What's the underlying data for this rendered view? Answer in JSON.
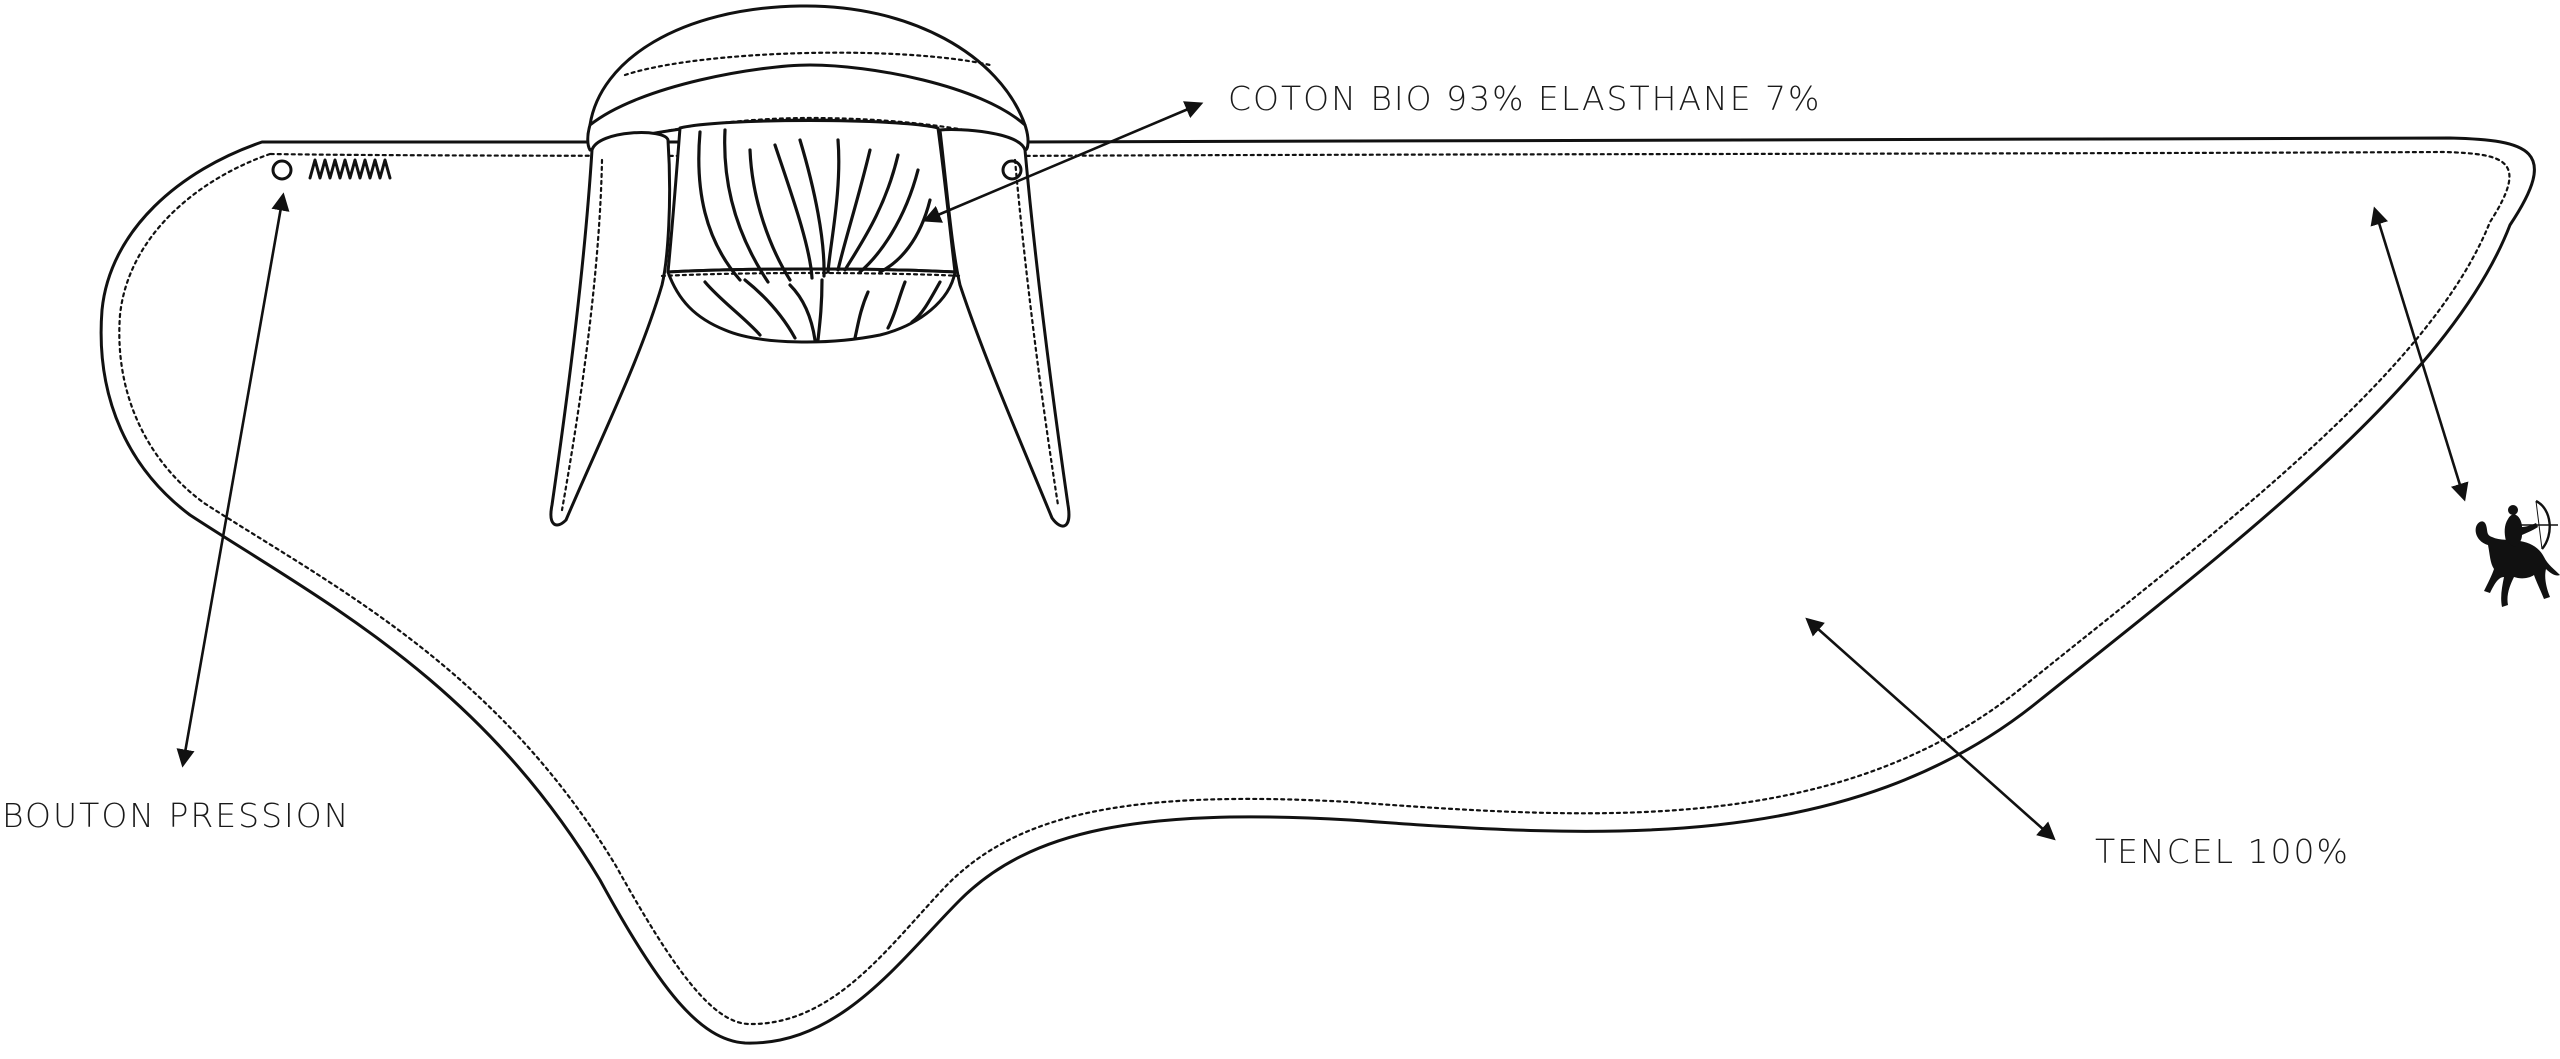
{
  "labels": {
    "fabric_main": "COTON BIO 93% ELASTHANE 7%",
    "snap_button": "BOUTON PRESSION",
    "fabric_lining": "TENCEL 100%"
  },
  "colors": {
    "ink": "#111111",
    "paper": "#ffffff"
  },
  "icons": {
    "logo": "polo-archer-horseman-logo",
    "snap": "snap-button-circle-icon"
  }
}
